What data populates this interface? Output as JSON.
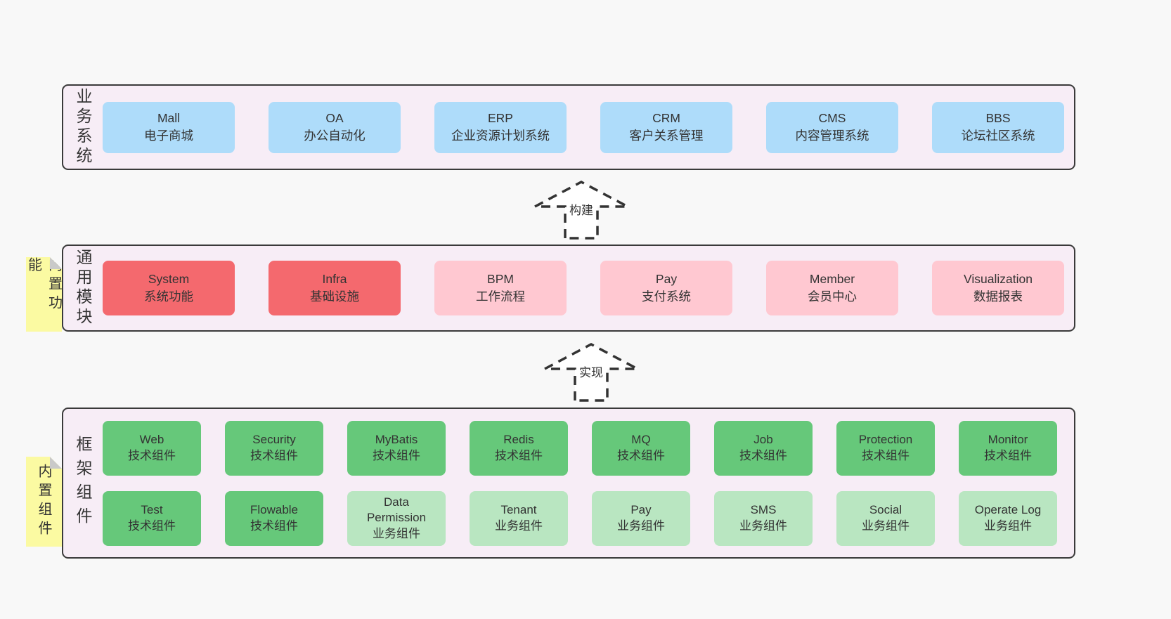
{
  "palette": {
    "page_background": "#f8f8f8",
    "container_background": "#f7edf6",
    "container_border": "#3a3a3a",
    "blue_box": "#aedcfa",
    "red_box": "#f4696e",
    "pink_box": "#ffc8d1",
    "green_box": "#66c87a",
    "light_green_box": "#b9e6c1",
    "note_yellow": "#fbfaa2",
    "note_fold_gray": "#c9c9c9",
    "text": "#333333"
  },
  "layers": [
    {
      "label": "业务系统",
      "boxes": [
        {
          "name": "Mall",
          "desc": "电子商城"
        },
        {
          "name": "OA",
          "desc": "办公自动化"
        },
        {
          "name": "ERP",
          "desc": "企业资源计划系统"
        },
        {
          "name": "CRM",
          "desc": "客户关系管理"
        },
        {
          "name": "CMS",
          "desc": "内容管理系统"
        },
        {
          "name": "BBS",
          "desc": "论坛社区系统"
        }
      ]
    },
    {
      "label": "通用模块",
      "note": "内置功能",
      "boxes": [
        {
          "name": "System",
          "desc": "系统功能"
        },
        {
          "name": "Infra",
          "desc": "基础设施"
        },
        {
          "name": "BPM",
          "desc": "工作流程"
        },
        {
          "name": "Pay",
          "desc": "支付系统"
        },
        {
          "name": "Member",
          "desc": "会员中心"
        },
        {
          "name": "Visualization",
          "desc": "数据报表"
        }
      ]
    },
    {
      "label": "框架组件",
      "note": "内置组件",
      "rows": [
        [
          {
            "name": "Web",
            "desc": "技术组件"
          },
          {
            "name": "Security",
            "desc": "技术组件"
          },
          {
            "name": "MyBatis",
            "desc": "技术组件"
          },
          {
            "name": "Redis",
            "desc": "技术组件"
          },
          {
            "name": "MQ",
            "desc": "技术组件"
          },
          {
            "name": "Job",
            "desc": "技术组件"
          },
          {
            "name": "Protection",
            "desc": "技术组件"
          },
          {
            "name": "Monitor",
            "desc": "技术组件"
          }
        ],
        [
          {
            "name": "Test",
            "desc": "技术组件"
          },
          {
            "name": "Flowable",
            "desc": "技术组件"
          },
          {
            "name": "Data Permission",
            "desc": "业务组件"
          },
          {
            "name": "Tenant",
            "desc": "业务组件"
          },
          {
            "name": "Pay",
            "desc": "业务组件"
          },
          {
            "name": "SMS",
            "desc": "业务组件"
          },
          {
            "name": "Social",
            "desc": "业务组件"
          },
          {
            "name": "Operate Log",
            "desc": "业务组件"
          }
        ]
      ]
    }
  ],
  "arrows": [
    {
      "label": "构建"
    },
    {
      "label": "实现"
    }
  ]
}
